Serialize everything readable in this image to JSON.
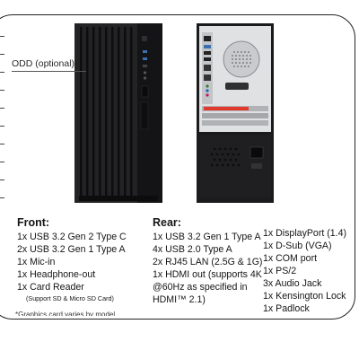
{
  "odd_label": "ODD (optional)",
  "front": {
    "heading": "Front:",
    "items": [
      "1x USB 3.2 Gen 2 Type C",
      "2x USB 3.2 Gen 1 Type A",
      "1x Mic-in",
      "1x Headphone-out",
      "1x Card Reader"
    ],
    "card_note": "(Support SD & Micro SD Card)"
  },
  "rear": {
    "heading": "Rear:",
    "items": [
      "1x USB 3.2 Gen 1 Type A",
      "4x USB 2.0 Type A",
      "2x RJ45 LAN (2.5G & 1G)",
      "1x HDMI out (supports 4K",
      "@60Hz as specified in",
      "HDMI™ 2.1)"
    ]
  },
  "rear_right": {
    "items": [
      "1x DisplayPort (1.4)",
      "1x D-Sub (VGA)",
      "1x COM port",
      "1x PS/2",
      "3x Audio Jack",
      "1x Kensington Lock",
      "1x Padlock"
    ]
  },
  "footnote": "*Graphics card varies by model"
}
